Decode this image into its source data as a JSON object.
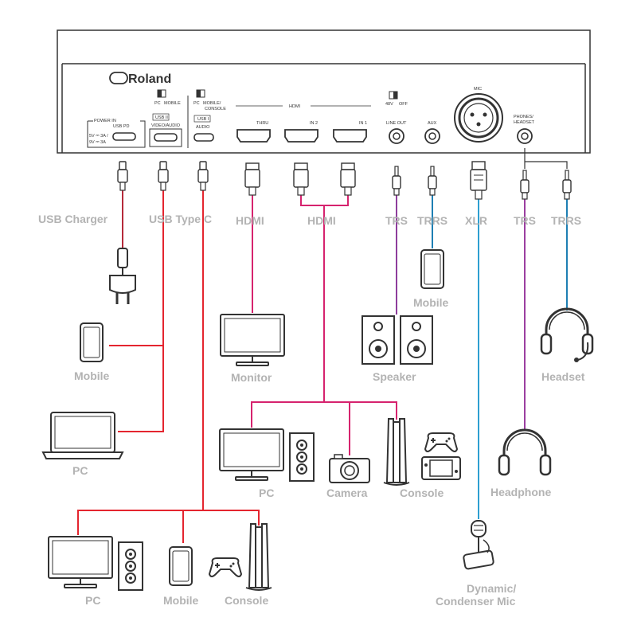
{
  "device": {
    "brand": "Roland",
    "power_in": "POWER IN",
    "usb_pd": "USB PD",
    "power_spec_1": "5V ⎓ 3A /",
    "power_spec_2": "9V ⎓ 3A",
    "switch_1_left": "PC",
    "switch_1_right": "MOBILE",
    "usb2": "USB II",
    "usb2_sub": "VIDEO/AUDIO",
    "switch_2_left": "PC",
    "switch_2_right": "MOBILE/",
    "switch_2_right_2": "CONSOLE",
    "usb1": "USB I",
    "usb1_sub": "AUDIO",
    "hdmi_group": "HDMI",
    "thru": "THRU",
    "in2": "IN 2",
    "in1": "IN 1",
    "phantom_left": "48V",
    "phantom_right": "OFF",
    "line_out": "LINE OUT",
    "aux": "AUX",
    "mic": "MIC",
    "phones_1": "PHONES/",
    "phones_2": "HEADSET"
  },
  "labels": {
    "usb_charger": "USB Charger",
    "usb_type_c": "USB Type C",
    "hdmi_out": "HDMI",
    "hdmi_in": "HDMI",
    "trs_lineout": "TRS",
    "trrs_aux": "TRRS",
    "xlr": "XLR",
    "trs_phones": "TRS",
    "trrs_phones": "TRRS"
  },
  "devices": {
    "mobile_usb": "Mobile",
    "pc_usb": "PC",
    "monitor": "Monitor",
    "pc_hdmi": "PC",
    "camera": "Camera",
    "console_hdmi": "Console",
    "mobile_aux": "Mobile",
    "speaker": "Speaker",
    "headset": "Headset",
    "headphone": "Headphone",
    "mic_1": "Dynamic/",
    "mic_2": "Condenser Mic",
    "pc_usb1": "PC",
    "mobile_usb1": "Mobile",
    "console_usb1": "Console"
  },
  "colors": {
    "usb_cable": "#e4252f",
    "hdmi_cable": "#d6236e",
    "trs_cable": "#8e3d9c",
    "trrs_cable": "#1e7fb3",
    "xlr_cable": "#2e9fd1",
    "headphone_cable": "#9b3ea0",
    "charger_cable": "#b52a3a",
    "icon": "#333333",
    "label_grey": "#b3b3b3"
  }
}
